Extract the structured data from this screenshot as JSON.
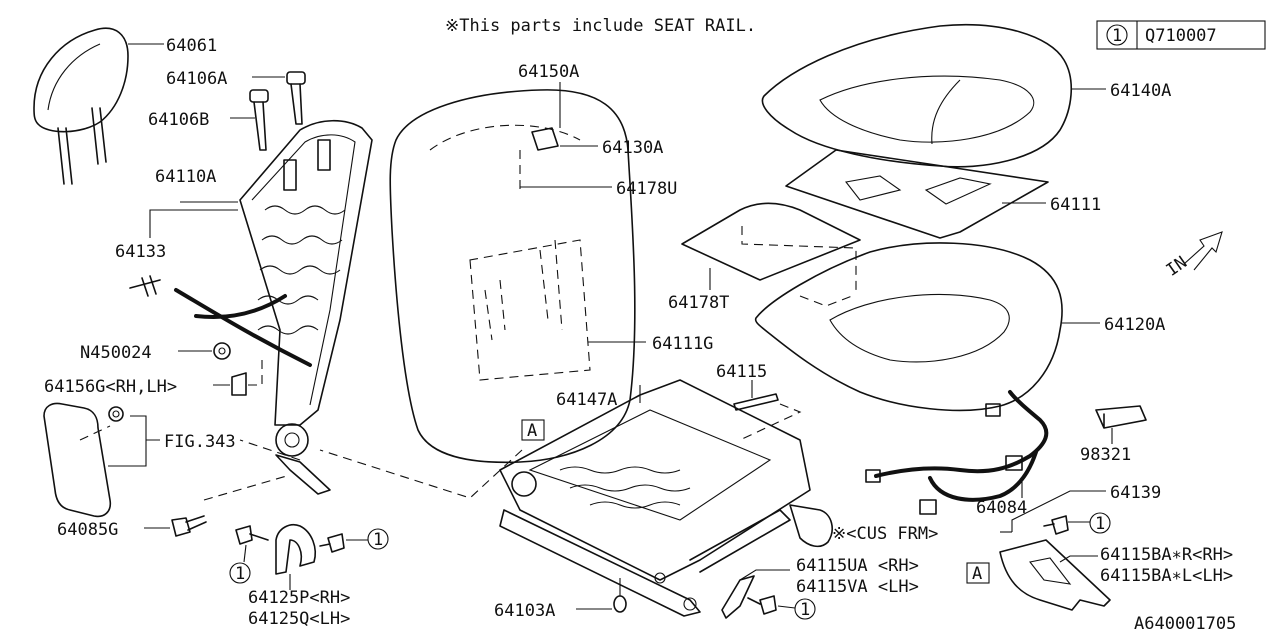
{
  "header": {
    "note": "※This parts include SEAT RAIL.",
    "legend_symbol": "1",
    "legend_code": "Q710007"
  },
  "diagram_id": "A640001705",
  "markers": {
    "circle": "1",
    "box": "A",
    "direction": "IN"
  },
  "labels": {
    "p64061": "64061",
    "p64106A": "64106A",
    "p64106B": "64106B",
    "p64110A": "64110A",
    "p64133": "64133",
    "pN450024": "N450024",
    "p64156G": "64156G<RH,LH>",
    "pFIG343": "FIG.343",
    "p64085G": "64085G",
    "p64125P": "64125P<RH>",
    "p64125Q": "64125Q<LH>",
    "p64150A": "64150A",
    "p64130A": "64130A",
    "p64178U": "64178U",
    "p64111G": "64111G",
    "p64147A": "64147A",
    "p64115": "64115",
    "p64103A": "64103A",
    "p64115UA": "64115UA <RH>",
    "p64115VA": "64115VA <LH>",
    "p64140A": "64140A",
    "p64111": "64111",
    "p64178T": "64178T",
    "p64120A": "64120A",
    "p98321": "98321",
    "p64139": "64139",
    "p64084": "64084",
    "pCUS": "※<CUS FRM>",
    "p64115BAR": "64115BA∗R<RH>",
    "p64115BAL": "64115BA∗L<LH>"
  }
}
